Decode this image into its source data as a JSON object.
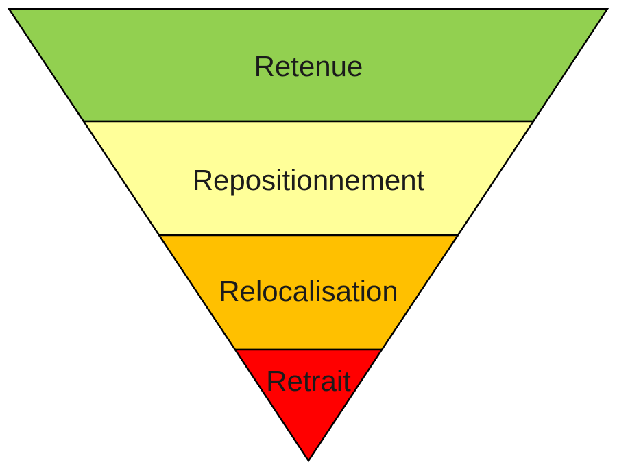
{
  "diagram": {
    "type": "inverted-pyramid",
    "background_color": "#FFFFFF",
    "outline_color": "#000000",
    "text_color": "#1B1B1B",
    "levels": [
      {
        "label": "Retenue",
        "color": "#92D050"
      },
      {
        "label": "Repositionnement",
        "color": "#FFFF99"
      },
      {
        "label": "Relocalisation",
        "color": "#FFC000"
      },
      {
        "label": "Retrait",
        "color": "#FF0000"
      }
    ]
  }
}
